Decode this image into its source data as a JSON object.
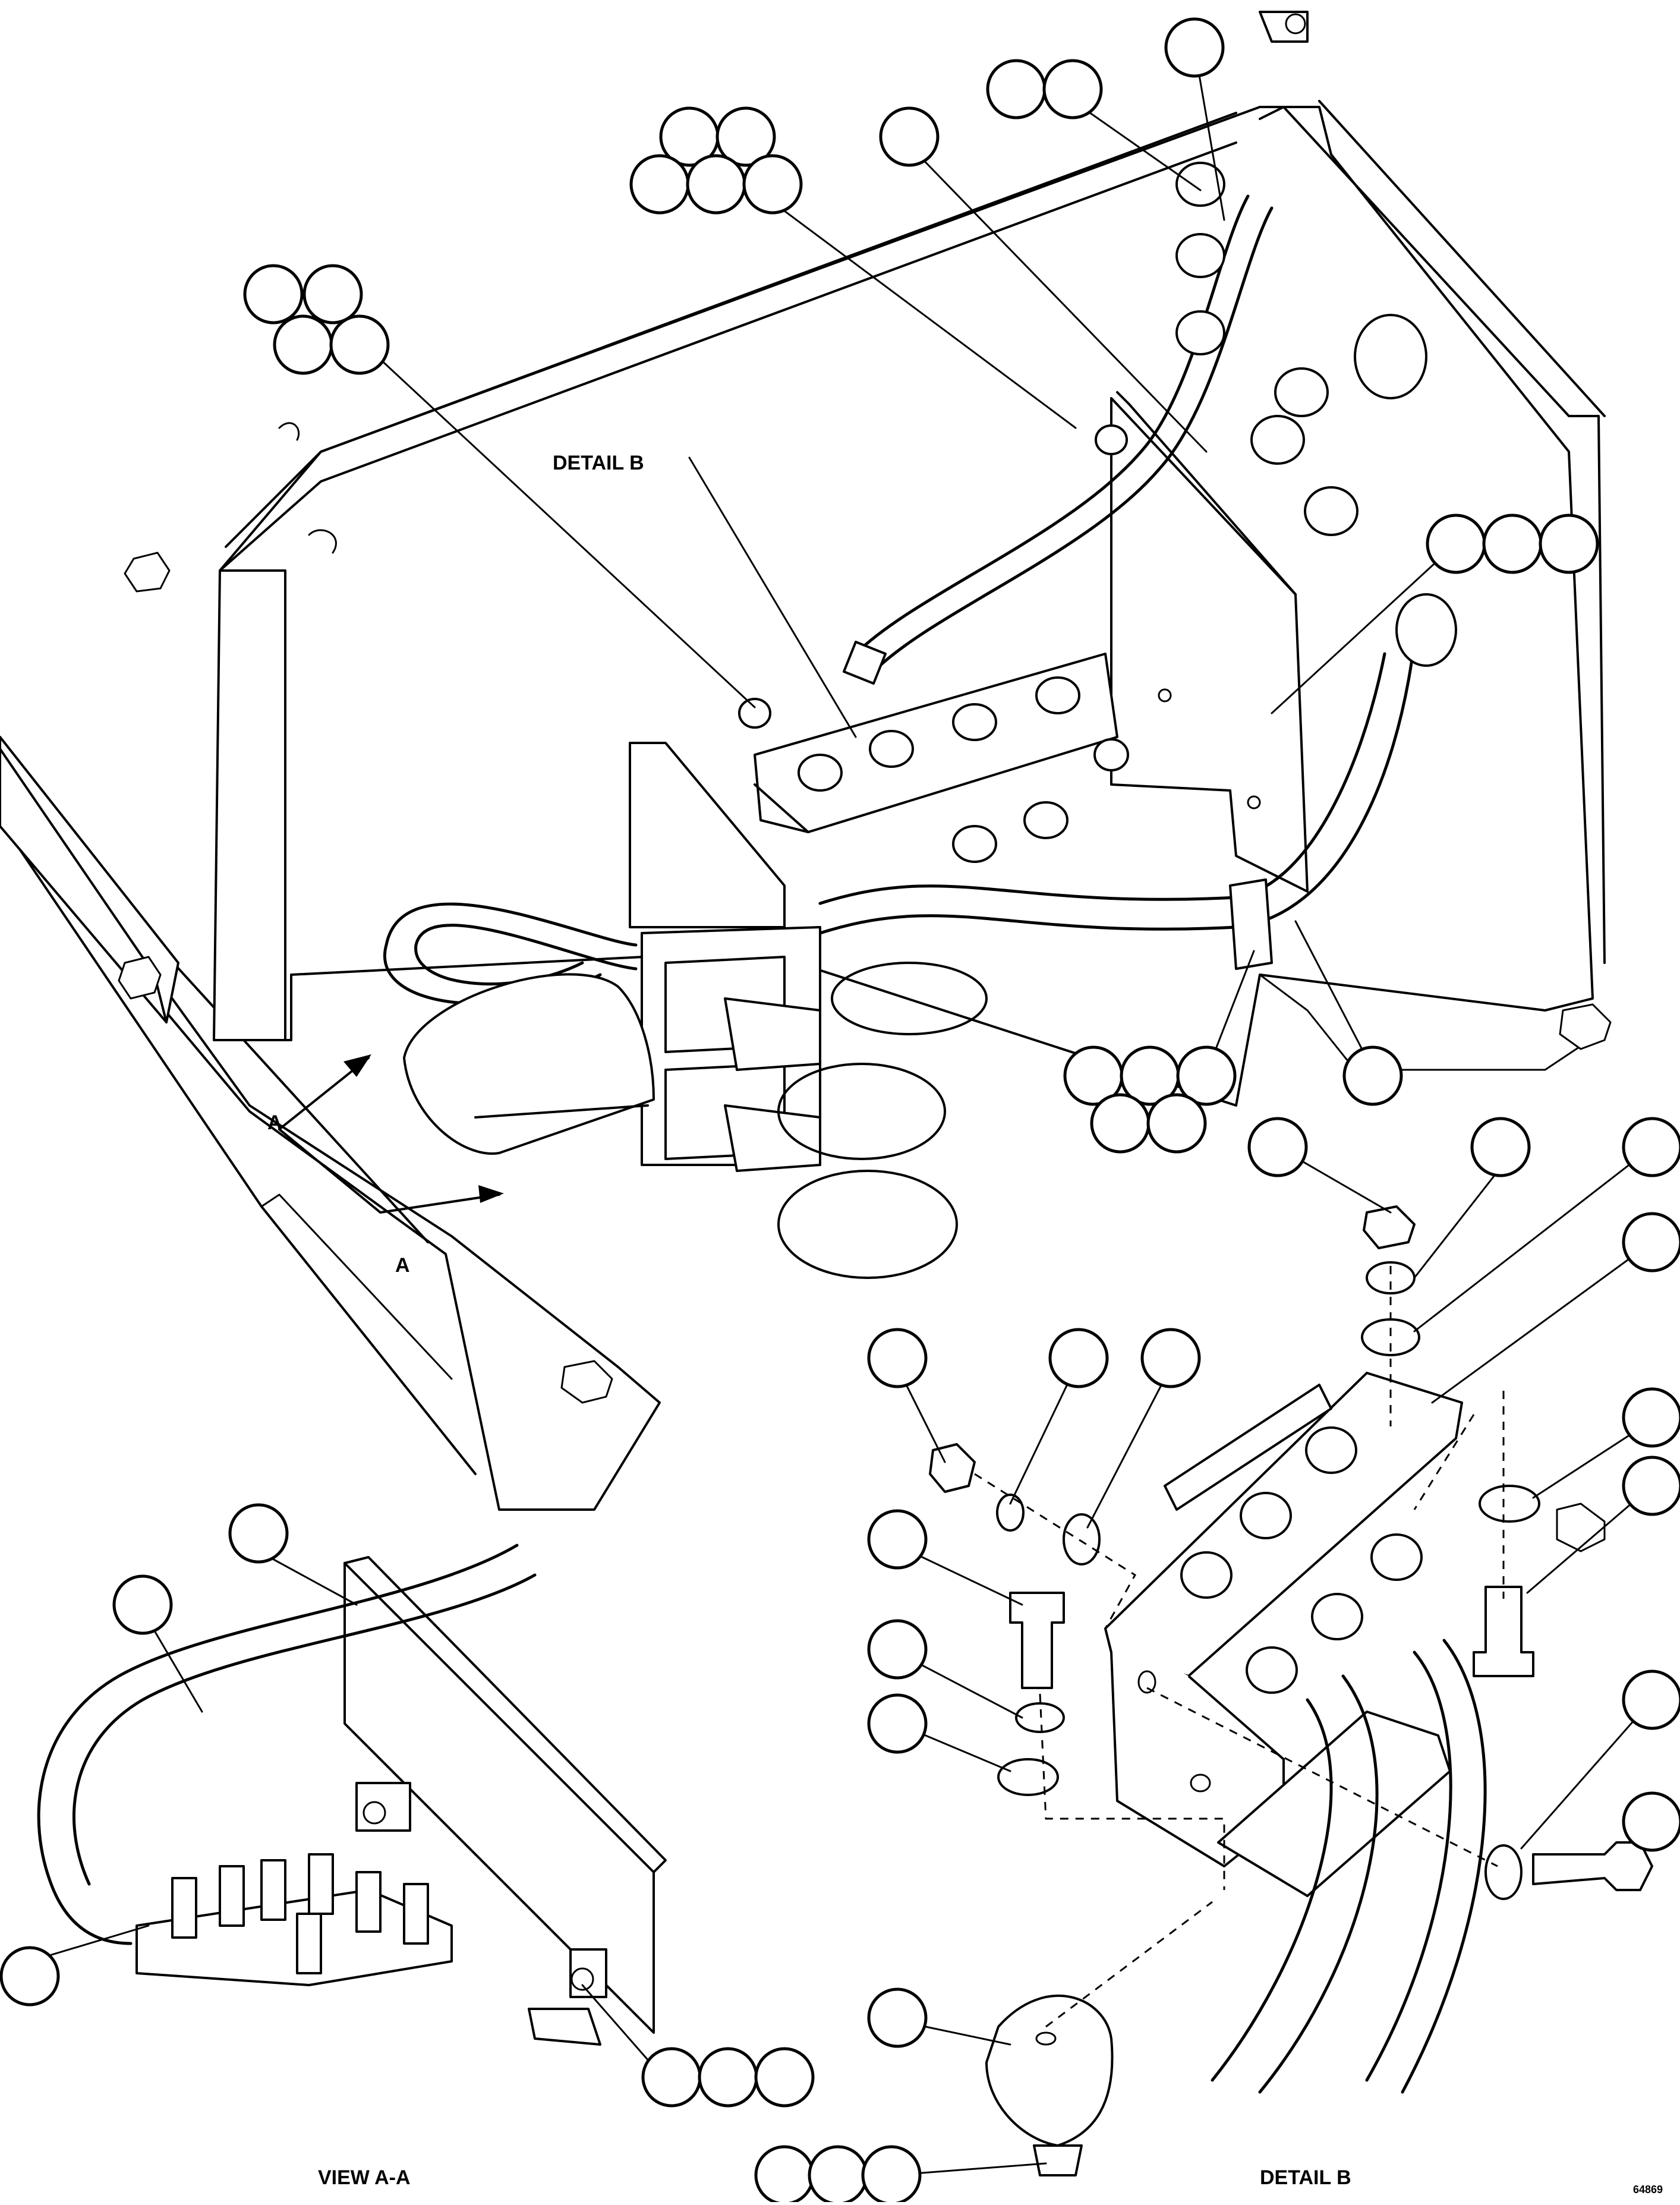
{
  "labels": {
    "detail_b_top": "DETAIL B",
    "detail_b_bottom": "DETAIL B",
    "view_aa": "VIEW A-A",
    "section_a_upper": "A",
    "section_a_lower": "A",
    "figure_code": "64869"
  }
}
